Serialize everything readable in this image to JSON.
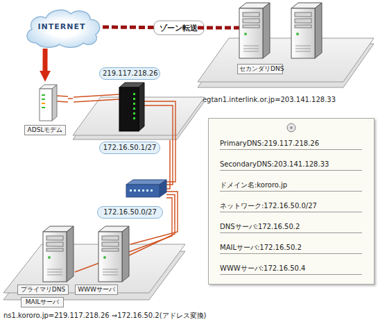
{
  "diagram": {
    "nodes": [
      {
        "text": [
          "INTERNET"
        ]
      },
      {
        "text": [
          "セカンダリDNS",
          "tegtan1.interlink.or.jp=203.141.128.33"
        ]
      },
      {
        "text": [
          "219.117.218.26",
          "172.16.50.1/27"
        ]
      },
      {
        "text": [
          "ADSLモデム"
        ]
      },
      {
        "text": [
          "PrimaryDNS:219.117.218.26",
          "SecondaryDNS:203.141.128.33",
          "ドメイン名:kororo.jp",
          "ネットワーク:172.16.50.0/27",
          "DNSサーバ:172.16.50.2",
          "MAILサーバ:172.16.50.2",
          "WWWサーバ:172.16.50.4"
        ]
      },
      {
        "text": [
          "172.16.50.0/27"
        ]
      },
      {
        "text": [
          "プライマリDNS",
          "WWWサーバ",
          "MAILサーバ",
          "ns1.kororo.jp=219.117.218.26 ⇒172.16.50.2(アドレス変換)"
        ]
      }
    ],
    "edges": [
      {
        "from": 0,
        "to": 1,
        "label": "ゾーン転送",
        "arrow": "none"
      },
      {
        "from": 0,
        "to": 3,
        "arrow": "to"
      },
      {
        "from": 3,
        "to": 2,
        "arrow": "none"
      },
      {
        "from": 2,
        "to": 5,
        "arrow": "none"
      },
      {
        "from": 5,
        "to": 6,
        "arrow": "none"
      }
    ]
  }
}
